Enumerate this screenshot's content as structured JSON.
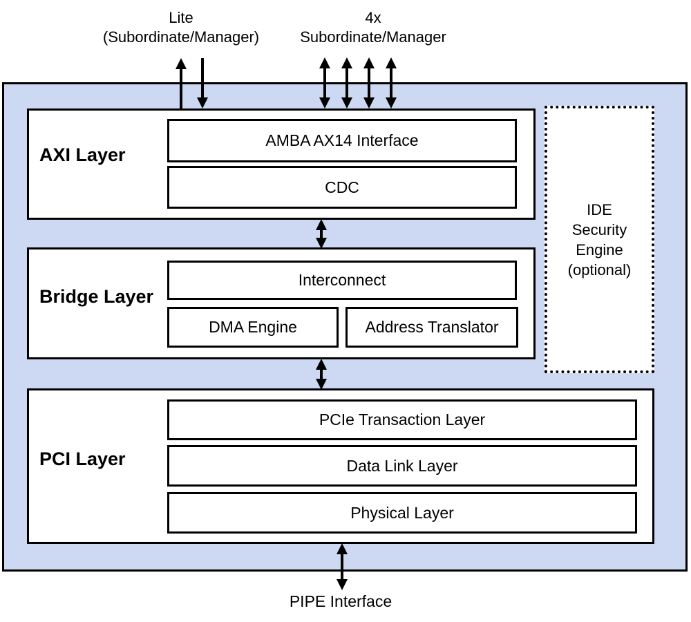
{
  "diagram": {
    "top_ports": {
      "lite": {
        "line1": "Lite",
        "line2": "(Subordinate/Manager)"
      },
      "x4": {
        "line1": "4x",
        "line2": "Subordinate/Manager"
      }
    },
    "layers": {
      "axi": {
        "label": "AXI Layer",
        "blocks": {
          "amba": "AMBA AX14 Interface",
          "cdc": "CDC"
        }
      },
      "bridge": {
        "label": "Bridge Layer",
        "blocks": {
          "interconnect": "Interconnect",
          "dma": "DMA Engine",
          "address_translator": "Address Translator"
        }
      },
      "pci": {
        "label": "PCI Layer",
        "blocks": {
          "transaction": "PCIe Transaction Layer",
          "data_link": "Data Link Layer",
          "physical": "Physical Layer"
        }
      }
    },
    "ide_engine": {
      "lines": [
        "IDE",
        "Security",
        "Engine",
        "(optional)"
      ]
    },
    "bottom_port": {
      "label": "PIPE Interface"
    },
    "colors": {
      "container_fill": "#cdd9f2",
      "block_fill": "#ffffff",
      "border": "#000000",
      "arrow": "#000000"
    },
    "icons": {
      "arrow_up": "css-triangle-up",
      "arrow_down": "css-triangle-down",
      "arrow_bidirectional_vertical": "css-triangle-pair-with-shaft"
    }
  }
}
